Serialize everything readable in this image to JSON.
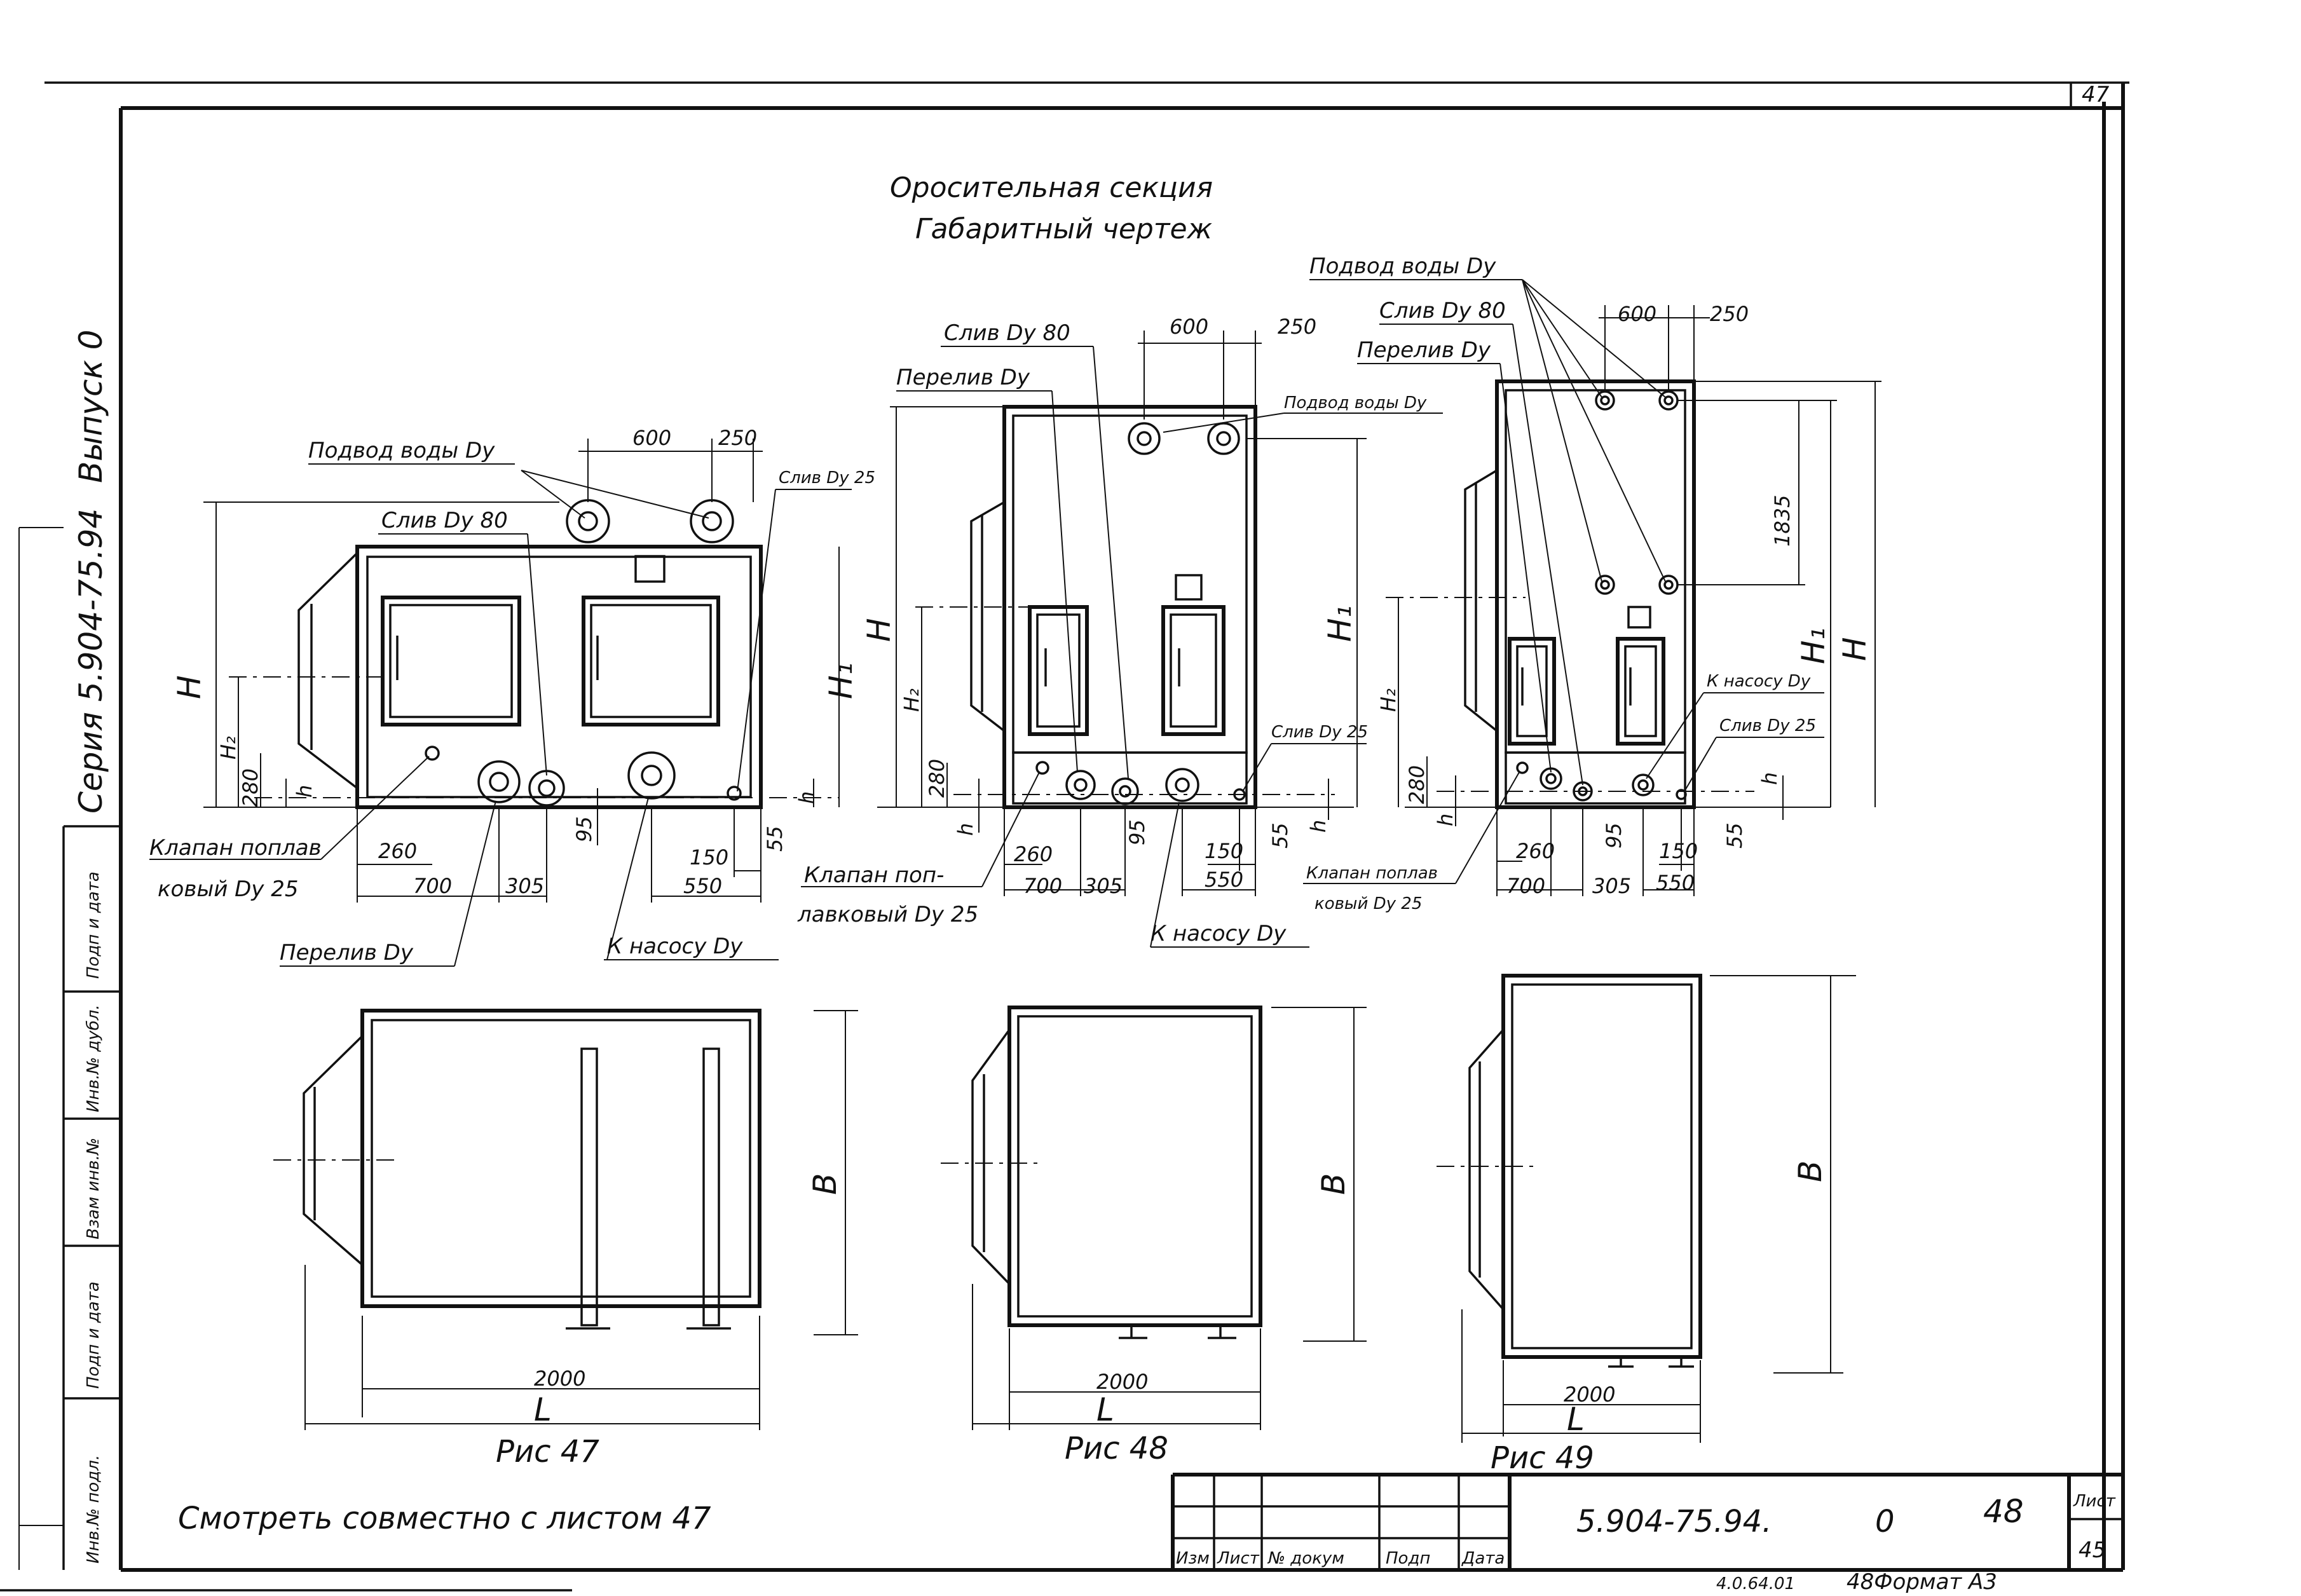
{
  "sheet": {
    "corner_sheet_no": "47",
    "title_line1": "Оросительная секция",
    "title_line2": "Габаритный чертеж",
    "note": "Смотреть совместно с листом 47",
    "footer_format": "48Формат А3",
    "footer_code": "4.0.64.01"
  },
  "side_stamp": {
    "series": "Серия 5.904-75.94",
    "issue": "Выпуск 0",
    "cells": [
      "Подп и дата",
      "Инв.№ дубл.",
      "Взам инв.№",
      "Подп и дата",
      "Инв.№ подл."
    ]
  },
  "title_block": {
    "headers": [
      "Изм",
      "Лист",
      "№ докум",
      "Подп",
      "Дата"
    ],
    "designation": "5.904-75.94.",
    "issue": "0",
    "page_number": "48",
    "sheet_label": "Лист",
    "sheet_no": "45"
  },
  "fig47": {
    "caption": "Рис 47",
    "labels": {
      "water_supply": "Подвод воды Dу",
      "drain80": "Слив Dу 80",
      "drain25": "Слив Dу 25",
      "float_valve_1": "Клапан поплав",
      "float_valve_2": "ковый Dу 25",
      "overflow": "Перелив Dу",
      "to_pump": "К насосу Dу"
    },
    "dims": {
      "d600": "600",
      "d250": "250",
      "H": "H",
      "H1": "H₁",
      "H2": "H₂",
      "d280": "280",
      "h": "h",
      "d260": "260",
      "d700": "700",
      "d305": "305",
      "d95": "95",
      "d150": "150",
      "d550": "550",
      "d55": "55",
      "B": "B",
      "L": "L",
      "d2000": "2000"
    }
  },
  "fig48": {
    "caption": "Рис 48",
    "labels": {
      "drain80": "Слив Dу 80",
      "overflow": "Перелив Dу",
      "water_supply": "Подвод воды Dу",
      "drain25": "Слив Dу 25",
      "float_valve_1": "Клапан поп-",
      "float_valve_2": "лавковый Dу 25",
      "to_pump": "К насосу Dу"
    },
    "dims": {
      "d600": "600",
      "d250": "250",
      "H": "H",
      "H1": "H₁",
      "H2": "H₂",
      "d280": "280",
      "h": "h",
      "d260": "260",
      "d700": "700",
      "d305": "305",
      "d95": "95",
      "d150": "150",
      "d550": "550",
      "d55": "55",
      "B": "B",
      "L": "L",
      "d2000": "2000"
    }
  },
  "fig49": {
    "caption": "Рис 49",
    "labels": {
      "water_supply": "Подвод воды Dу",
      "drain80": "Слив Dу 80",
      "overflow": "Перелив Dу",
      "to_pump": "К насосу Dу",
      "drain25": "Слив Dу 25",
      "float_valve_1": "Клапан поплав",
      "float_valve_2": "ковый Dу 25"
    },
    "dims": {
      "d600": "600",
      "d250": "250",
      "d1835": "1835",
      "H": "H",
      "H1": "H₁",
      "H2": "H₂",
      "d280": "280",
      "h": "h",
      "d260": "260",
      "d700": "700",
      "d305": "305",
      "d95": "95",
      "d150": "150",
      "d550": "550",
      "d55": "55",
      "B": "B",
      "L": "L",
      "d2000": "2000"
    }
  }
}
